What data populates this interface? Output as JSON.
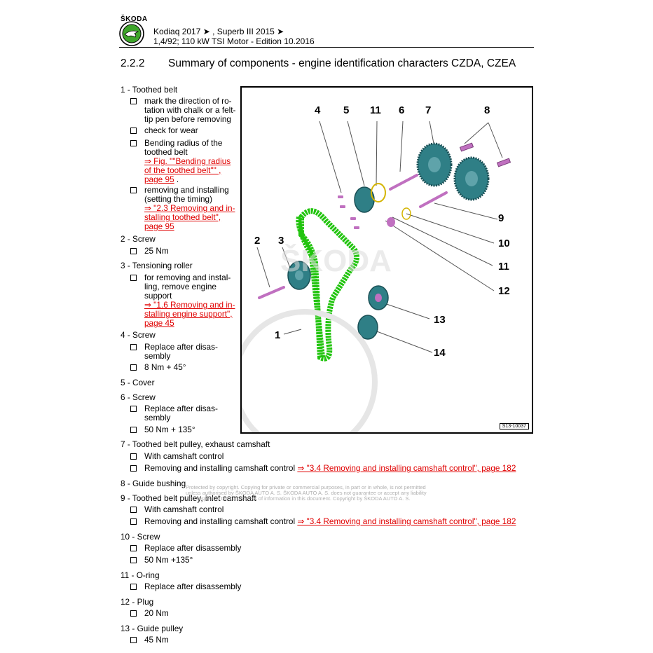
{
  "header": {
    "brand": "ŠKODA",
    "line1": "Kodiaq 2017 ➤ , Superb III 2015 ➤",
    "line2": "1,4/92; 110 kW TSI Motor - Edition 10.2016"
  },
  "section": {
    "number": "2.2.2",
    "title": "Summary of components - engine identification characters CZDA, CZEA"
  },
  "items": [
    {
      "label": "1 - Toothed belt",
      "subs": [
        {
          "lines": [
            "mark the direction of ro-",
            "tation with chalk or a felt-",
            "tip pen before removing"
          ]
        },
        {
          "lines": [
            "check for wear"
          ]
        },
        {
          "lines": [
            "Bending radius of the",
            "toothed belt"
          ],
          "links": [
            "⇒ Fig. \"\"Bending radius",
            "of the toothed belt\"\" ,",
            "page 95"
          ],
          "link_suffix": " ."
        },
        {
          "lines": [
            "removing and installing",
            "(setting the timing)"
          ],
          "links": [
            "⇒ \"2.3 Removing and in-",
            "stalling toothed belt\",",
            "page 95"
          ]
        }
      ]
    },
    {
      "label": "2 - Screw",
      "subs": [
        {
          "lines": [
            "25 Nm"
          ]
        }
      ]
    },
    {
      "label": "3 - Tensioning roller",
      "subs": [
        {
          "lines": [
            "for removing and instal-",
            "ling, remove engine",
            "support"
          ],
          "links": [
            "⇒ \"1.6 Removing and in-",
            "stalling engine support\",",
            "page 45"
          ]
        }
      ]
    },
    {
      "label": "4 - Screw",
      "subs": [
        {
          "lines": [
            "Replace after disas-",
            "sembly"
          ]
        },
        {
          "lines": [
            "8 Nm + 45°"
          ]
        }
      ]
    },
    {
      "label": "5 - Cover",
      "subs": []
    },
    {
      "label": "6 - Screw",
      "subs": [
        {
          "lines": [
            "Replace after disas-",
            "sembly"
          ]
        },
        {
          "lines": [
            "50 Nm + 135°"
          ]
        }
      ]
    },
    {
      "label": "7 - Toothed belt pulley, exhaust camshaft",
      "subs": [
        {
          "lines": [
            "With camshaft control"
          ]
        },
        {
          "inline": "Removing and installing camshaft control",
          "inline_link": "⇒ \"3.4 Removing and installing camshaft control\", page 182"
        }
      ]
    },
    {
      "label": "8 - Guide bushing",
      "subs": []
    },
    {
      "label": "9 - Toothed belt pulley, inlet camshaft",
      "subs": [
        {
          "lines": [
            "With camshaft control"
          ]
        },
        {
          "inline": "Removing and installing camshaft control",
          "inline_link": "⇒ \"3.4 Removing and installing camshaft control\", page 182"
        }
      ]
    },
    {
      "label": "10 - Screw",
      "subs": [
        {
          "lines": [
            "Replace after disassembly"
          ]
        },
        {
          "lines": [
            "50 Nm +135°"
          ]
        }
      ]
    },
    {
      "label": "11 - O-ring",
      "subs": [
        {
          "lines": [
            "Replace after disassembly"
          ]
        }
      ]
    },
    {
      "label": "12 - Plug",
      "subs": [
        {
          "lines": [
            "20 Nm"
          ]
        }
      ]
    },
    {
      "label": "13 - Guide pulley",
      "subs": [
        {
          "lines": [
            "45 Nm"
          ]
        }
      ]
    }
  ],
  "figure": {
    "code": "S13-10037",
    "callouts": [
      "4",
      "5",
      "11",
      "6",
      "7",
      "8",
      "2",
      "3",
      "9",
      "10",
      "11",
      "12",
      "13",
      "1",
      "14"
    ]
  },
  "watermark": {
    "line1": "Protected by copyright. Copying for private or commercial purposes, in part or in whole, is not permitted",
    "line2": "unless authorised by ŠKODA AUTO A. S. ŠKODA AUTO A. S. does not guarantee or accept any liability",
    "line3": "with respect to the correctness of information in this document. Copyright by ŠKODA AUTO A. S."
  },
  "colors": {
    "link": "#e00000",
    "belt": "#22c40f",
    "pulley": "#2f7f86",
    "screw": "#c070c0"
  }
}
